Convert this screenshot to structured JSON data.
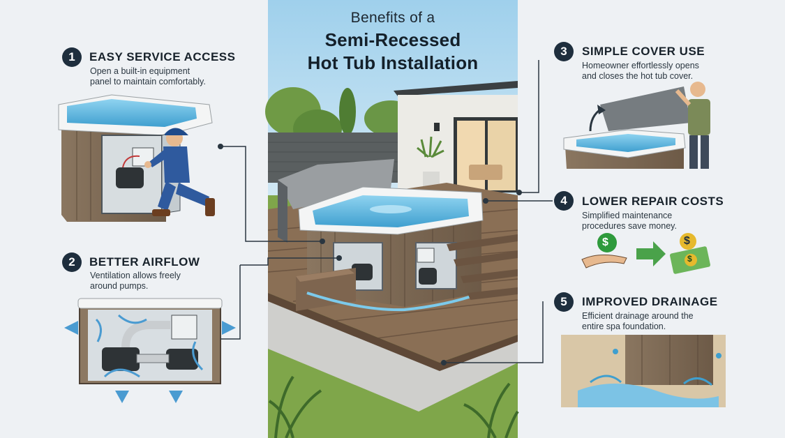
{
  "title": {
    "line1": "Benefits of a",
    "line2": "Semi-Recessed",
    "line3": "Hot Tub Installation"
  },
  "benefits": [
    {
      "number": "1",
      "title": "EASY SERVICE ACCESS",
      "desc_line1": "Open a built-in equipment",
      "desc_line2": "panel to maintain comfortably."
    },
    {
      "number": "2",
      "title": "BETTER AIRFLOW",
      "desc_line1": "Ventilation allows freely",
      "desc_line2": "around pumps."
    },
    {
      "number": "3",
      "title": "SIMPLE COVER USE",
      "desc_line1": "Homeowner effortlessly opens",
      "desc_line2": "and closes the hot tub cover."
    },
    {
      "number": "4",
      "title": "LOWER REPAIR COSTS",
      "desc_line1": "Simplified maintenance",
      "desc_line2": "procedures save money."
    },
    {
      "number": "5",
      "title": "IMPROVED DRAINAGE",
      "desc_line1": "Efficient drainage around the",
      "desc_line2": "entire spa foundation."
    }
  ],
  "money_symbol": "$",
  "colors": {
    "background": "#eef1f4",
    "badge": "#1e2e3d",
    "water": "#5fb6dd",
    "wood": "#7a6550",
    "sky": "#cfe6f3",
    "grass": "#7fa64a",
    "money_green": "#2e9a3c",
    "coin_gold": "#e6b92d"
  },
  "icons": [
    "service-technician-illustration",
    "airflow-arrows-icon",
    "cover-lift-arrow-icon",
    "hand-coin-icon",
    "green-arrow-icon",
    "money-bill-icon",
    "drainage-water-icon"
  ]
}
